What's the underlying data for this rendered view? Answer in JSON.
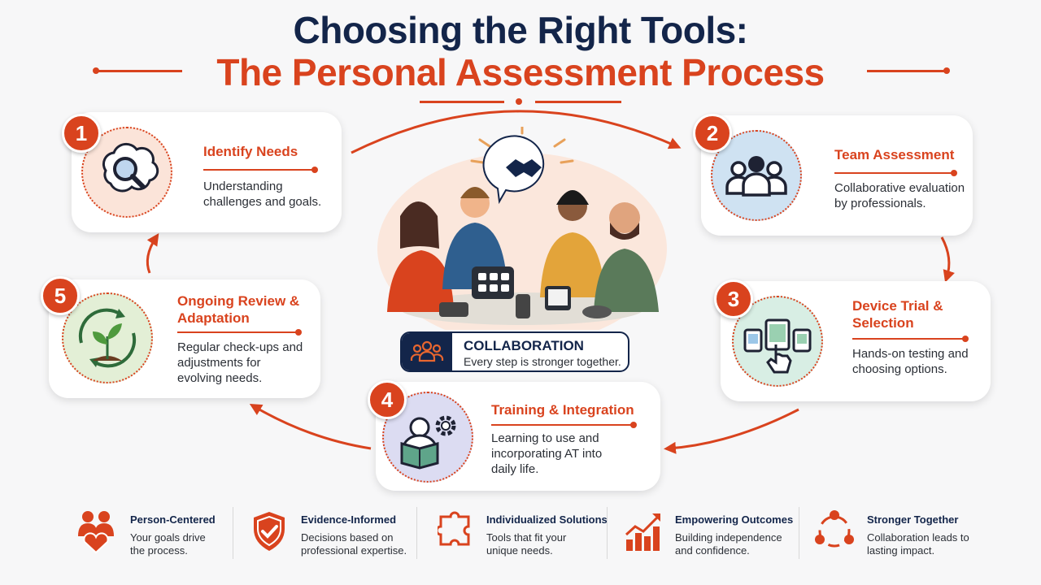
{
  "title": {
    "line1": "Choosing the Right Tools:",
    "line2": "The Personal Assessment Process"
  },
  "steps": [
    {
      "number": "1",
      "title": "Identify Needs",
      "desc": [
        "Understanding",
        "challenges and goals."
      ],
      "icon": "magnifier-thought-bubble-icon"
    },
    {
      "number": "2",
      "title": "Team Assessment",
      "desc": [
        "Collaborative evaluation",
        "by professionals."
      ],
      "icon": "team-icon"
    },
    {
      "number": "3",
      "title": [
        "Device Trial &",
        "Selection"
      ],
      "desc": [
        "Hands-on testing and",
        "choosing options."
      ],
      "icon": "devices-hand-icon"
    },
    {
      "number": "4",
      "title": "Training & Integration",
      "desc": [
        "Learning to use and",
        "incorporating AT into",
        "daily life."
      ],
      "icon": "reader-gear-icon"
    },
    {
      "number": "5",
      "title": [
        "Ongoing Review &",
        "Adaptation"
      ],
      "desc": [
        "Regular check-ups and",
        "adjustments for",
        "evolving needs."
      ],
      "icon": "plant-cycle-icon"
    }
  ],
  "center": {
    "label": "COLLABORATION",
    "sublabel": "Every step is stronger together.",
    "icon": "handshake-icon"
  },
  "features": [
    {
      "title": "Person-Centered",
      "desc": [
        "Your goals drive",
        "the process."
      ],
      "icon": "people-heart-icon"
    },
    {
      "title": "Evidence-Informed",
      "desc": [
        "Decisions based on",
        "professional expertise."
      ],
      "icon": "shield-check-icon"
    },
    {
      "title": "Individualized Solutions",
      "desc": [
        "Tools that fit your",
        "unique needs."
      ],
      "icon": "puzzle-icon"
    },
    {
      "title": "Empowering Outcomes",
      "desc": [
        "Building independence",
        "and confidence."
      ],
      "icon": "growth-chart-icon"
    },
    {
      "title": "Stronger Together",
      "desc": [
        "Collaboration leads to",
        "lasting impact."
      ],
      "icon": "network-cycle-icon"
    }
  ],
  "colors": {
    "accent": "#d9431e",
    "navy": "#13254a",
    "background": "#f7f7f8"
  }
}
